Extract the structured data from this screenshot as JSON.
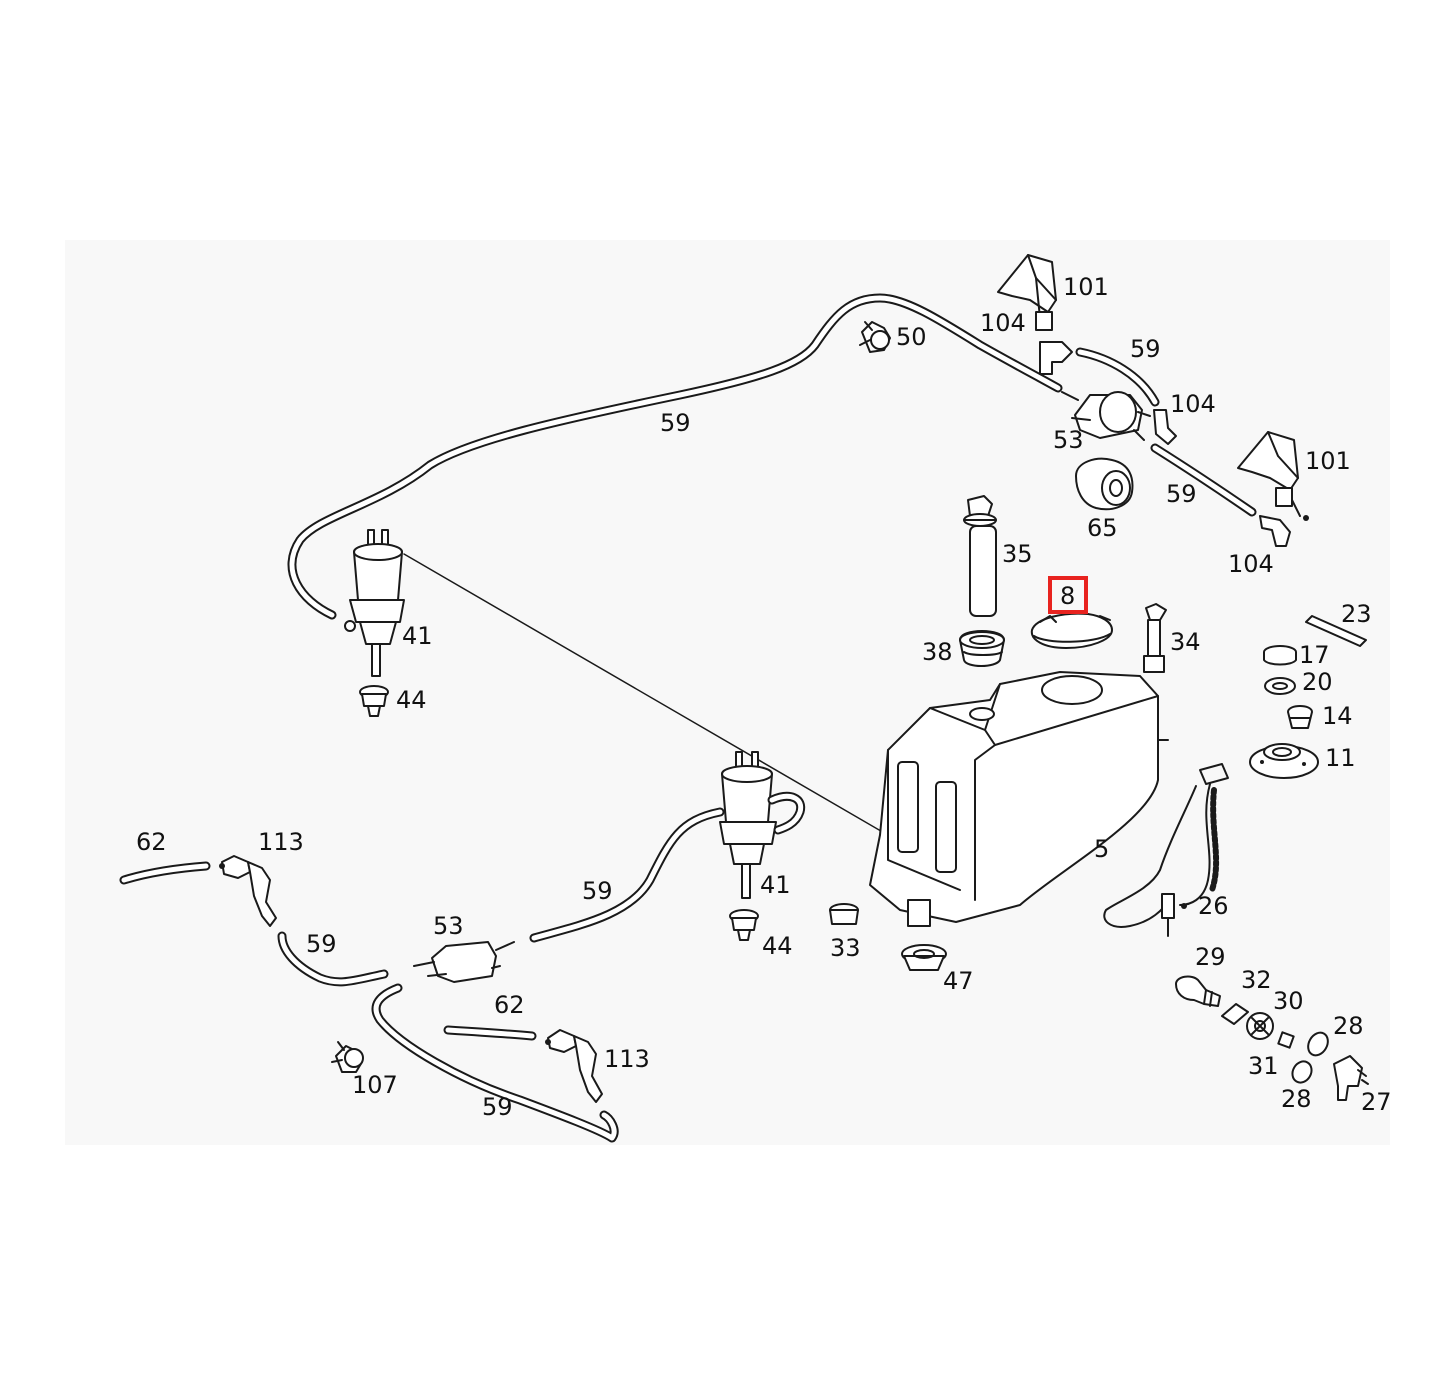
{
  "highlight": {
    "part": "8",
    "color": "#e8231f"
  },
  "colors": {
    "line": "#1a1a1a",
    "panel": "#f8f8f8",
    "background": "#ffffff"
  },
  "callouts": [
    {
      "id": "c101a",
      "text": "101"
    },
    {
      "id": "c104a",
      "text": "104"
    },
    {
      "id": "c50",
      "text": "50"
    },
    {
      "id": "c59a",
      "text": "59"
    },
    {
      "id": "c104b",
      "text": "104"
    },
    {
      "id": "c59b",
      "text": "59"
    },
    {
      "id": "c53a",
      "text": "53"
    },
    {
      "id": "c101b",
      "text": "101"
    },
    {
      "id": "c59c",
      "text": "59"
    },
    {
      "id": "c65",
      "text": "65"
    },
    {
      "id": "c104c",
      "text": "104"
    },
    {
      "id": "c35",
      "text": "35"
    },
    {
      "id": "c8",
      "text": "8"
    },
    {
      "id": "c23",
      "text": "23"
    },
    {
      "id": "c34",
      "text": "34"
    },
    {
      "id": "c38",
      "text": "38"
    },
    {
      "id": "c41a",
      "text": "41"
    },
    {
      "id": "c17",
      "text": "17"
    },
    {
      "id": "c20",
      "text": "20"
    },
    {
      "id": "c44a",
      "text": "44"
    },
    {
      "id": "c14",
      "text": "14"
    },
    {
      "id": "c11",
      "text": "11"
    },
    {
      "id": "c62a",
      "text": "62"
    },
    {
      "id": "c113a",
      "text": "113"
    },
    {
      "id": "c5",
      "text": "5"
    },
    {
      "id": "c41b",
      "text": "41"
    },
    {
      "id": "c59d",
      "text": "59"
    },
    {
      "id": "c26",
      "text": "26"
    },
    {
      "id": "c53b",
      "text": "53"
    },
    {
      "id": "c59e",
      "text": "59"
    },
    {
      "id": "c44b",
      "text": "44"
    },
    {
      "id": "c33",
      "text": "33"
    },
    {
      "id": "c29",
      "text": "29"
    },
    {
      "id": "c47",
      "text": "47"
    },
    {
      "id": "c32",
      "text": "32"
    },
    {
      "id": "c30",
      "text": "30"
    },
    {
      "id": "c62b",
      "text": "62"
    },
    {
      "id": "c28a",
      "text": "28"
    },
    {
      "id": "c113b",
      "text": "113"
    },
    {
      "id": "c31",
      "text": "31"
    },
    {
      "id": "c107",
      "text": "107"
    },
    {
      "id": "c28b",
      "text": "28"
    },
    {
      "id": "c59f",
      "text": "59"
    },
    {
      "id": "c27",
      "text": "27"
    }
  ]
}
